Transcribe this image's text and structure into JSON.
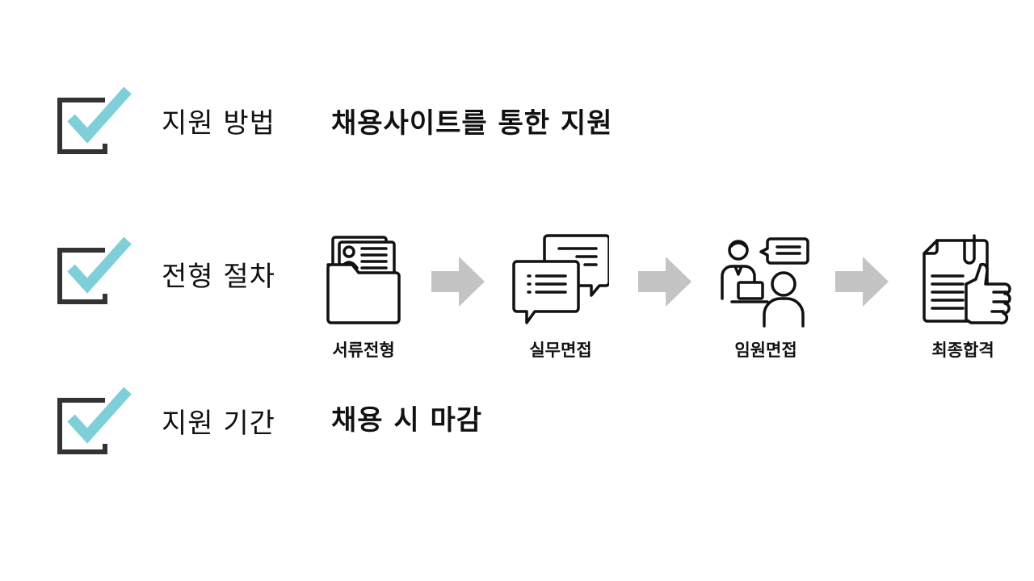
{
  "colors": {
    "check_accent": "#7fcfd9",
    "box_stroke": "#333333",
    "arrow": "#c4c4c4",
    "icon_stroke": "#111111"
  },
  "rows": {
    "method": {
      "label": "지원 방법",
      "value": "채용사이트를 통한 지원",
      "icon": "checkbox-checked-icon"
    },
    "process": {
      "label": "전형 절차",
      "icon": "checkbox-checked-icon",
      "steps": [
        {
          "label": "서류전형",
          "icon": "resume-folder-icon"
        },
        {
          "label": "실무면접",
          "icon": "chat-bubbles-icon"
        },
        {
          "label": "임원면접",
          "icon": "interview-icon"
        },
        {
          "label": "최종합격",
          "icon": "thumbs-up-document-icon"
        }
      ],
      "connector_icon": "arrow-right-icon"
    },
    "period": {
      "label": "지원 기간",
      "value": "채용 시 마감",
      "icon": "checkbox-checked-icon"
    }
  }
}
